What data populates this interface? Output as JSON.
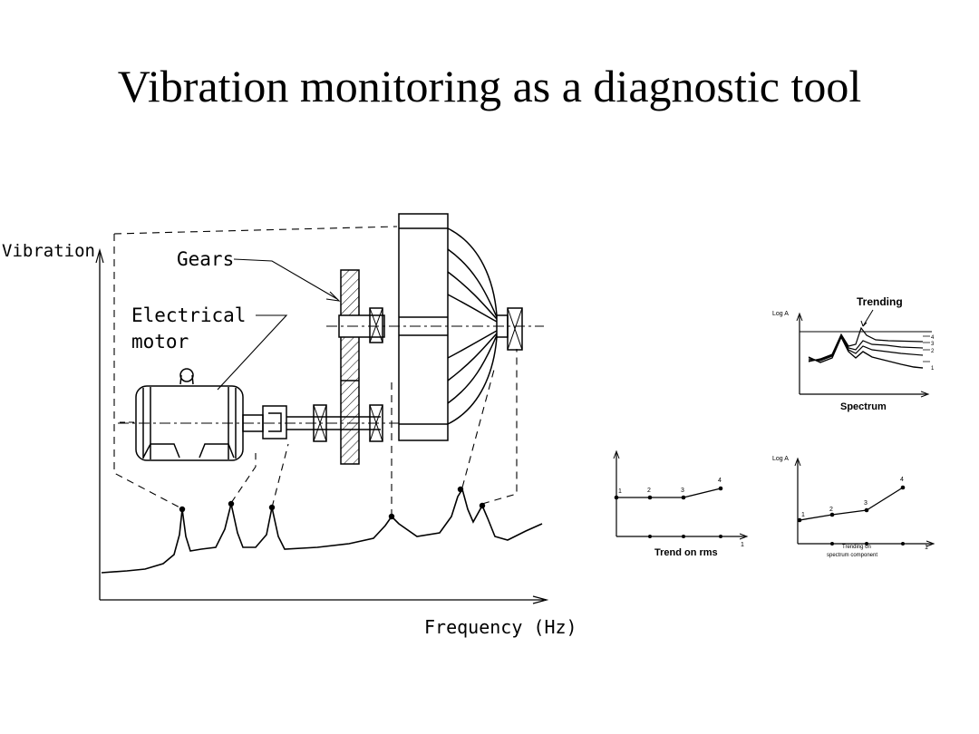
{
  "slide": {
    "title": "Vibration monitoring as a diagnostic tool"
  },
  "machine_diagram": {
    "y_axis_label": "Vibration",
    "x_axis_label": "Frequency (Hz)",
    "gears_label": "Gears",
    "motor_label_line1": "Electrical",
    "motor_label_line2": "motor"
  },
  "spectrum_chart": {
    "title": "Trending",
    "y_axis_label": "Log A",
    "x_axis_label": "Spectrum",
    "curve_labels": [
      "4",
      "3",
      "2",
      "1"
    ]
  },
  "rms_chart": {
    "x_axis_label": "Trend on rms",
    "x_tick": "1",
    "point_labels": [
      "1",
      "2",
      "3",
      "4"
    ]
  },
  "component_chart": {
    "y_axis_label": "Log A",
    "x_axis_label_line1": "Trending on",
    "x_axis_label_line2": "spectrum component",
    "x_tick": "1",
    "point_labels": [
      "1",
      "2",
      "3",
      "4"
    ]
  },
  "colors": {
    "ink": "#000000",
    "background": "#ffffff"
  }
}
